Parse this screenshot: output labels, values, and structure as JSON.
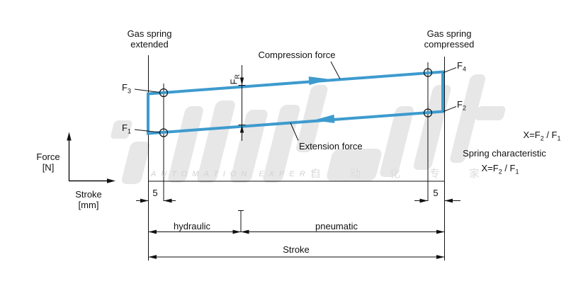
{
  "positions": {
    "extended_l1": "Gas spring",
    "extended_l2": "extended",
    "compressed_l1": "Gas spring",
    "compressed_l2": "compressed"
  },
  "curves": {
    "compression": "Compression force",
    "extension": "Extension force"
  },
  "forces": {
    "f1": {
      "b": "F",
      "s": "1"
    },
    "f2": {
      "b": "F",
      "s": "2"
    },
    "f3": {
      "b": "F",
      "s": "3"
    },
    "f4": {
      "b": "F",
      "s": "4"
    },
    "fr": {
      "b": "F",
      "s": "R"
    }
  },
  "axes": {
    "force": "Force",
    "force_unit": "[N]",
    "stroke": "Stroke",
    "stroke_unit": "[mm]"
  },
  "dims": {
    "left_offset": "5",
    "right_offset": "5",
    "hydraulic": "hydraulic",
    "pneumatic": "pneumatic",
    "stroke_total": "Stroke"
  },
  "formulas": {
    "ratio": {
      "pre": "X=F",
      "s1": "2",
      "mid": " / F",
      "s2": "1"
    },
    "spring_characteristic": "Spring characteristic"
  },
  "watermark": {
    "en": "AUTOMATION EXPERT",
    "cn": "自动化专家"
  },
  "colors": {
    "curve_blue": "#3d9bce",
    "line_black": "#111111",
    "watermark_grey": "#e7e7e7"
  },
  "figure": {
    "type": "force-stroke characteristic diagram of a gas spring",
    "y_axis": "Force [N]",
    "x_axis": "Stroke [mm]",
    "series": [
      {
        "name": "Compression force",
        "from_point": "F3",
        "to_point": "F4",
        "arrow_direction": "right (toward compressed)"
      },
      {
        "name": "Extension force",
        "from_point": "F2",
        "to_point": "F1",
        "arrow_direction": "left (toward extended)"
      }
    ],
    "gap_dimension": "FR (friction force between compression and extension lines)",
    "stroke_regions": [
      "hydraulic",
      "pneumatic"
    ],
    "end_margins": [
      "5",
      "5"
    ],
    "positions": [
      "Gas spring extended",
      "Gas spring compressed"
    ],
    "ratio_formula": "X=F2 / F1"
  }
}
